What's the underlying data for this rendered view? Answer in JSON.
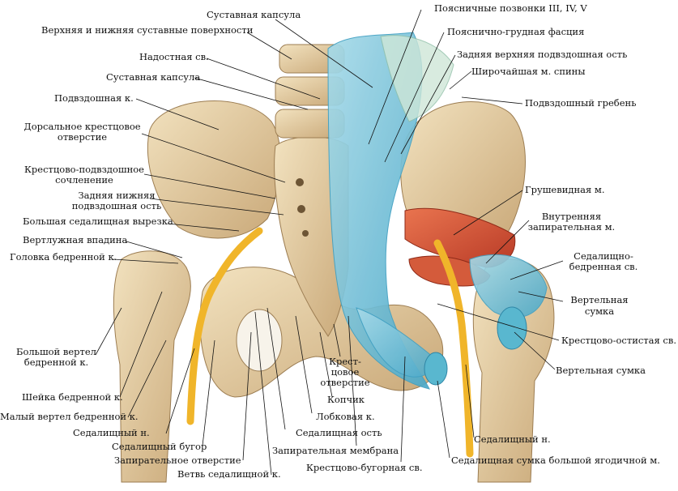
{
  "labels": {
    "sustavnaya_kapsula_top": "Суставная капсула",
    "poverkhnosti": "Верхняя и нижняя суставные поверхности",
    "nadostnaya": "Надостная св.",
    "sustavnaya_kapsula_mid": "Суставная капсула",
    "podvzdoshnaya": "Подвздошная к.",
    "dorsalnoe_1": "Дорсальное крестцовое",
    "dorsalnoe_2": "отверстие",
    "krestsovo_podvzd_1": "Крестцово-подвздошное",
    "krestsovo_podvzd_2": "сочленение",
    "zadnyaya_nizh_1": "Задняя нижняя",
    "zadnyaya_nizh_2": "подвздошная ость",
    "bolshaya_sedal": "Большая седалищная вырезка",
    "vertluzhnaya": "Вертлужная впадина",
    "golovka": "Головка бедренной к.",
    "bolshoy_vertel_1": "Большой вертел",
    "bolshoy_vertel_2": "бедренной к.",
    "sheyka": "Шейка бедренной к.",
    "malyy_vertel": "Малый вертел бедренной к.",
    "sedal_n_left": "Седалищный н.",
    "sedal_bugor": "Седалищный бугор",
    "zapiratelnoe_otv": "Запирательное отверстие",
    "vetv": "Ветвь седалищной к.",
    "poyasnichnye": "Поясничные позвонки III, IV, V",
    "fastsiya": "Пояснично-грудная фасция",
    "zadnyaya_verkh": "Задняя верхняя подвздошная ость",
    "shirochayshaya": "Широчайшая м. спины",
    "greben": "Подвздошный гребень",
    "grushevidnaya": "Грушевидная м.",
    "vnutr_zapir_1": "Внутренняя",
    "vnutr_zapir_2": "запирательная м.",
    "sedal_bedr_1": "Седалищно-",
    "sedal_bedr_2": "бедренная св.",
    "vertelnaya_sumka_1": "Вертельная",
    "vertelnaya_sumka_2": "сумка",
    "krestsovo_ostistaya": "Крестцово-остистая св.",
    "vertelnaya_sumka_b": "Вертельная сумка",
    "krest_otv_1": "Крест-",
    "krest_otv_2": "цовое",
    "krest_otv_3": "отверстие",
    "kopchik": "Копчик",
    "lobkovaya": "Лобковая к.",
    "sedal_ost": "Седалищная ость",
    "zapir_membrana": "Запирательная мембрана",
    "krestsovo_bugornaya": "Крестцово-бугорная св.",
    "sedal_n_right": "Седалищный н.",
    "sedal_sumka": "Седалищная сумка большой ягодичной м."
  },
  "colors": {
    "bone": "#e8d3aa",
    "bone_shade": "#b99b6b",
    "fascia": "#7fc7e0",
    "fascia_dark": "#3f9fc2",
    "muscle": "#d8583e",
    "nerve": "#f0b52a",
    "bursa": "#59b7cf"
  }
}
